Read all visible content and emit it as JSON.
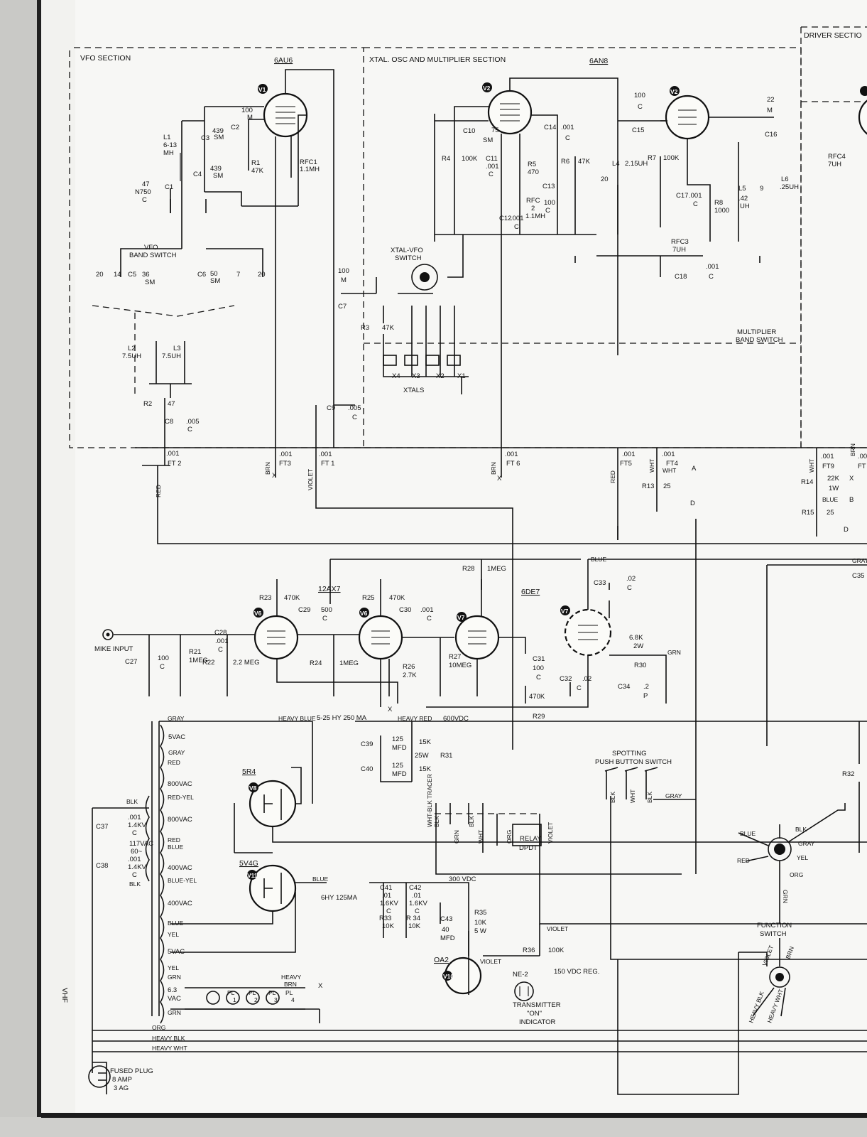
{
  "sections": {
    "vfo": "VFO SECTION",
    "xtal": "XTAL. OSC AND MULTIPLIER SECTION",
    "driver": "DRIVER SECTIO"
  },
  "tubes": [
    {
      "id": "V1",
      "type": "6AU6"
    },
    {
      "id": "V2",
      "type": "6AN8"
    },
    {
      "id": "V2b",
      "type": "V2"
    },
    {
      "id": "V6a",
      "type": "V6"
    },
    {
      "id": "V6b",
      "type": "V6"
    },
    {
      "id": "V6type",
      "type": "12AX7"
    },
    {
      "id": "V7a",
      "type": "V7"
    },
    {
      "id": "V7b",
      "type": "V7"
    },
    {
      "id": "V7type",
      "type": "6DE7"
    },
    {
      "id": "V8",
      "type": "5R4"
    },
    {
      "id": "V11",
      "type": "5V4G"
    },
    {
      "id": "V10",
      "type": "OA2"
    }
  ],
  "vfo": {
    "l1": [
      "L1",
      "6-13",
      "MH"
    ],
    "c1": [
      "47",
      "N750",
      "C",
      "C1"
    ],
    "c2": [
      "100",
      "M",
      "C2"
    ],
    "c3": [
      "C3",
      "439",
      "SM"
    ],
    "c4": [
      "C4",
      "439",
      "SM"
    ],
    "r1": [
      "R1",
      "47K"
    ],
    "rfc1": [
      "RFC1",
      "1.1MH"
    ],
    "band_switch": [
      "VFO",
      "BAND SWITCH"
    ],
    "trimmers": [
      "20",
      "14",
      "C5",
      "36",
      "SM",
      "C6",
      "50",
      "SM",
      "7",
      "20"
    ],
    "l2": [
      "L2",
      "7.5UH"
    ],
    "l3": [
      "L3",
      "7.5UH"
    ],
    "r2": [
      "R2",
      "47"
    ],
    "c8": [
      "C8",
      ".005",
      "C"
    ],
    "ft2": [
      ".001",
      "FT 2"
    ]
  },
  "xtal": {
    "c7": [
      "100",
      "M",
      "C7"
    ],
    "switch": [
      "XTAL-VFO",
      "SWITCH"
    ],
    "r3": [
      "R3",
      "47K"
    ],
    "xtals": [
      "X4",
      "X3",
      "X2",
      "X1",
      "XTALS"
    ],
    "c10": [
      "C10",
      "75",
      "SM"
    ],
    "c11": [
      "C11",
      ".001",
      "C"
    ],
    "r4": [
      "R4",
      "100K"
    ],
    "r5": [
      "R5",
      "470"
    ],
    "rfc2": [
      "RFC",
      "2",
      "1.1MH"
    ],
    "c12": [
      "C12",
      ".001",
      "C"
    ],
    "c13": [
      "C13",
      "100",
      "C"
    ],
    "c14": [
      "C14",
      ".001",
      "C"
    ],
    "r6": [
      "R6",
      "47K"
    ],
    "l4": [
      "20",
      "L4",
      "2.15UH"
    ],
    "c15": [
      "100",
      "C",
      "C15"
    ],
    "r7": [
      "R7",
      "100K"
    ],
    "c16": [
      "22",
      "M",
      "C16"
    ],
    "r8": [
      "R8",
      "1000"
    ],
    "c17": [
      "C17",
      ".001",
      "C"
    ],
    "l5": [
      "L5",
      ".42",
      "UH",
      "9"
    ],
    "l6": [
      "L6",
      ".25UH"
    ],
    "rfc3": [
      "RFC3",
      "7UH"
    ],
    "c18": [
      "C18",
      ".001",
      "C"
    ],
    "mult": [
      "MULTIPLIER",
      "BAND SWITCH"
    ],
    "c9": [
      "C9",
      ".005",
      "C"
    ]
  },
  "feedthru": {
    "ft3": [
      "BRN",
      ".001",
      "FT3",
      "X"
    ],
    "ft1": [
      "VIOLET",
      ".001",
      "FT 1"
    ],
    "ft6": [
      "BRN",
      ".001",
      "FT 6",
      "X"
    ],
    "ft5": [
      "RED",
      ".001",
      "FT5"
    ],
    "ft4": [
      "WHT",
      ".001",
      "FT4",
      "WHT",
      "A"
    ],
    "r13": [
      "R13",
      "25",
      "D"
    ],
    "ft9": [
      "WHT",
      ".001",
      "FT9",
      "X",
      "BRN",
      ".00",
      "FT"
    ],
    "r14": [
      "R14",
      "22K",
      "1W",
      "BLUE",
      "B"
    ],
    "r15": [
      "R15",
      "25",
      "D"
    ],
    "rfc4": [
      "RFC4",
      "7UH"
    ],
    "red": "RED"
  },
  "audio": {
    "mike": "MIKE INPUT",
    "c27": [
      "C27",
      "100",
      "C"
    ],
    "c28": [
      "C28",
      ".001",
      "C"
    ],
    "r21": [
      "R21",
      "1MEG"
    ],
    "r22": [
      "R22",
      "2.2 MEG"
    ],
    "r23": [
      "R23",
      "470K"
    ],
    "c29": [
      "C29",
      "500",
      "C"
    ],
    "r24": [
      "R24",
      "1MEG"
    ],
    "r25": [
      "R25",
      "470K"
    ],
    "r26": [
      "R26",
      "2.7K"
    ],
    "c30": [
      "C30",
      ".001",
      "C"
    ],
    "r27": [
      "R27",
      "10MEG"
    ],
    "r28": [
      "R28",
      "1MEG"
    ],
    "c31": [
      "C31",
      "100",
      "C"
    ],
    "c32": [
      "C32",
      ".02",
      "C"
    ],
    "r29": [
      "470K",
      "R29"
    ],
    "c33": [
      "C33",
      ".02",
      "C"
    ],
    "r30": [
      "6.8K",
      "2W",
      "R30"
    ],
    "c34": [
      "C34",
      ".2",
      "P"
    ],
    "blue": "BLUE",
    "grn": "GRN",
    "gray": "GRAY",
    "c35": "C35",
    "x": "X"
  },
  "power": {
    "top": [
      "GRAY",
      "HEAVY BLUE",
      "5-25 HY 250 MA",
      "HEAVY RED",
      "600VDC"
    ],
    "windings": [
      "5VAC",
      "GRAY",
      "RED",
      "800VAC",
      "RED-YEL",
      "800VAC",
      "RED",
      "BLUE",
      "400VAC",
      "BLUE-YEL",
      "400VAC",
      "BLUE",
      "YEL",
      "5VAC",
      "YEL",
      "GRN",
      "6.3",
      "VAC",
      "GRN"
    ],
    "c37": [
      "C37",
      ".001",
      "1.4KV",
      "C"
    ],
    "primary": [
      "BLK",
      "117VAC",
      "60~",
      "BLK"
    ],
    "c38": [
      "C38",
      ".001",
      "1.4KV",
      "C"
    ],
    "c39": [
      "C39",
      "125",
      "MFD"
    ],
    "c40": [
      "C40",
      "125",
      "MFD"
    ],
    "r31": [
      "15K",
      "25W",
      "R31",
      "15K"
    ],
    "choke2": [
      "BLUE",
      "6HY 125MA"
    ],
    "c41": [
      "C41",
      ".01",
      "1.6KV",
      "C"
    ],
    "c42": [
      "C42",
      ".01",
      "1.6KV",
      "C"
    ],
    "r33": [
      "R33",
      "10K"
    ],
    "r34": [
      "R 34",
      "10K"
    ],
    "vdc300": "300 VDC",
    "c43": [
      "C43",
      "40",
      "MFD"
    ],
    "r35": [
      "R35",
      "10K",
      "5 W"
    ],
    "r36": [
      "R36",
      "100K"
    ],
    "vdc150": "150 VDC REG.",
    "violet": [
      "VIOLET",
      "VIOLET"
    ],
    "ne2": [
      "NE-2",
      "TRANSMITTER",
      "\"ON\"",
      "INDICATOR"
    ],
    "pilots": [
      "PL",
      "1",
      "PL",
      "2",
      "PL",
      "3",
      "PL",
      "4"
    ],
    "heavy_brn": [
      "HEAVY",
      "BRN",
      "X"
    ],
    "bus": [
      "ORG",
      "HEAVY BLK",
      "HEAVY WHT"
    ],
    "plug": [
      "FUSED PLUG",
      "8 AMP",
      "3 AG"
    ],
    "side": "VHF"
  },
  "relay": {
    "tracer": [
      "WHT-BLK TRACER",
      "BLK",
      "GRN",
      "BLK",
      "WHT",
      "ORG",
      "VIOLET"
    ],
    "relay": [
      "RELAY",
      "DPDT"
    ],
    "spotting": [
      "SPOTTING",
      "PUSH BUTTON SWITCH"
    ],
    "spot_wires": [
      "BLK",
      "WHT",
      "BLK",
      "GRAY"
    ],
    "r32": "R32"
  },
  "function_switch": {
    "labels": [
      "BLUE",
      "RED",
      "BLK",
      "GRAY",
      "YEL",
      "ORG",
      "GRN",
      "FUNCTION",
      "SWITCH"
    ],
    "lower": [
      "VIOLET",
      "BRN",
      "HEAVY BLK",
      "HEAVY WHT"
    ]
  }
}
